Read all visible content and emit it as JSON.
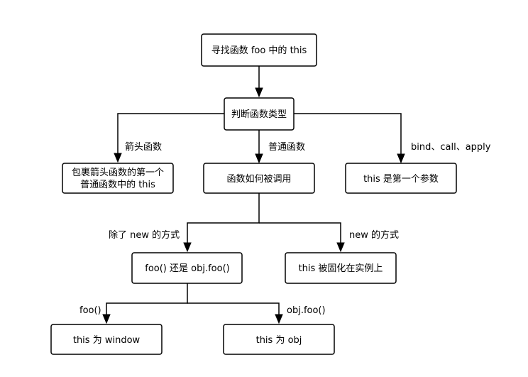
{
  "nodes": {
    "start": "寻找函数 foo 中的 this",
    "judge_type": "判断函数类型",
    "arrow_fn_line1": "包裹箭头函数的第一个",
    "arrow_fn_line2": "普通函数中的 this",
    "how_called": "函数如何被调用",
    "bind_result": "this 是第一个参数",
    "call_style": "foo() 还是 obj.foo()",
    "new_result": "this 被固化在实例上",
    "window_result": "this 为 window",
    "obj_result": "this 为 obj"
  },
  "edges": {
    "arrow_fn": "箭头函数",
    "normal_fn": "普通函数",
    "bind_call_apply": "bind、call、apply",
    "except_new": "除了 new 的方式",
    "new_way": "new 的方式",
    "plain_call": "foo()",
    "method_call": "obj.foo()"
  }
}
